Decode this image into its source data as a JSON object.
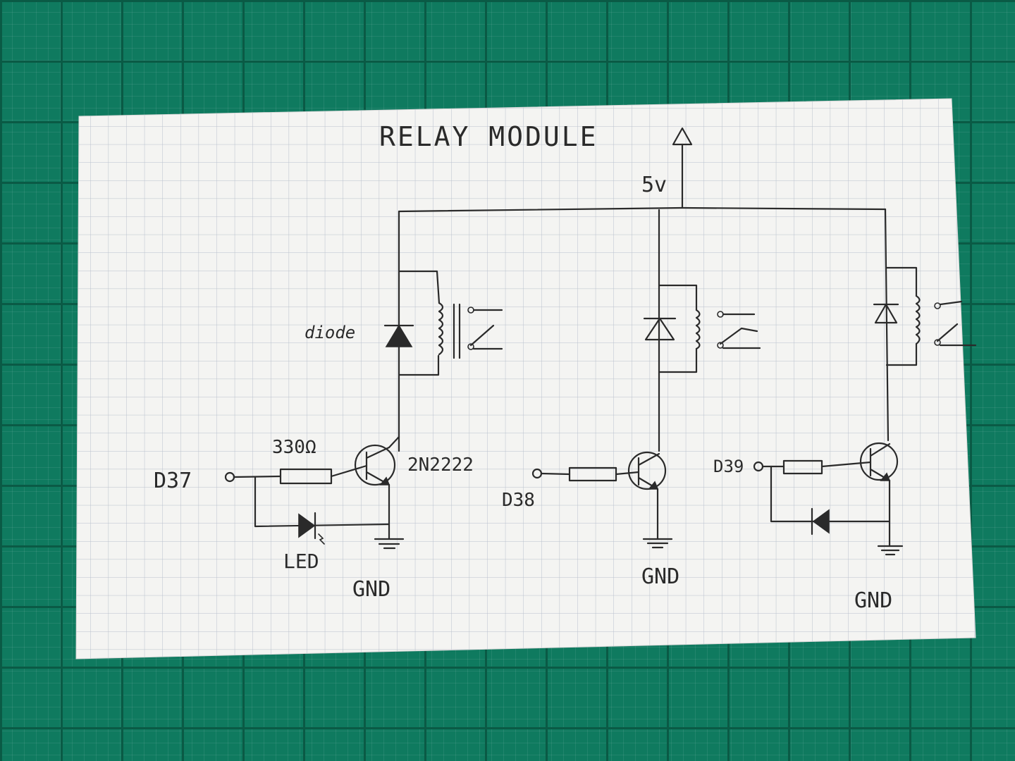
{
  "title": "RELAY MODULE",
  "supply": "5v",
  "labels": {
    "diode": "diode",
    "resistor": "330Ω",
    "transistor": "2N2222",
    "led": "LED",
    "gnd": "GND"
  },
  "channels": [
    {
      "input": "D37",
      "gnd": "GND"
    },
    {
      "input": "D38",
      "gnd": "GND"
    },
    {
      "input": "D39",
      "gnd": "GND"
    }
  ],
  "colors": {
    "mat": "#0f7a5f",
    "paper": "#f4f4f2",
    "grid": "#b9c0cc",
    "ink": "#2a2a2a"
  }
}
